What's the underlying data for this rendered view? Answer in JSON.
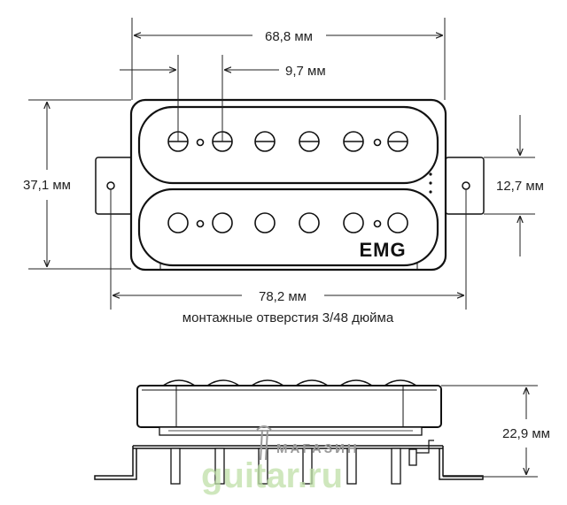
{
  "dimensions": {
    "top_width": "68,8 мм",
    "pole_spacing": "9,7 мм",
    "height": "37,1 мм",
    "tab_height": "12,7 мм",
    "mounting_width": "78,2 мм",
    "mounting_caption": "монтажные отверстия 3/48 дюйма",
    "side_height": "22,9 мм"
  },
  "logo": "EMG",
  "watermark": {
    "line1": "МАГАЗИН",
    "line2": "guitar.ru"
  }
}
